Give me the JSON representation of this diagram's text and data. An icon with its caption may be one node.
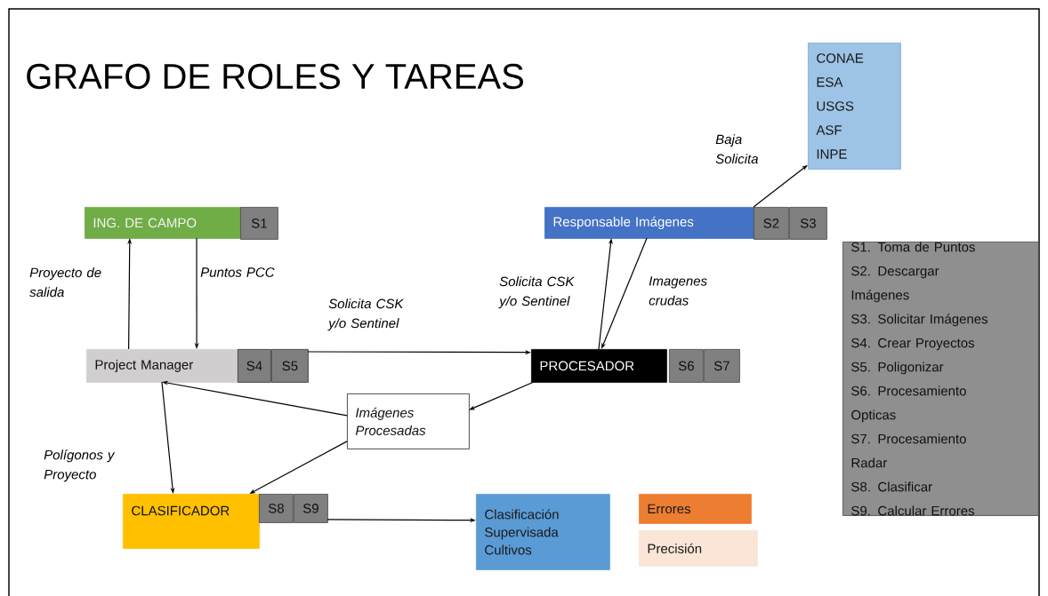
{
  "diagram": {
    "title": "GRAFO DE ROLES Y TAREAS",
    "nodes": [
      {
        "text": [
          "ING. DE CAMPO"
        ]
      },
      {
        "text": [
          "S1"
        ]
      },
      {
        "text": [
          "Responsable Imágenes"
        ]
      },
      {
        "text": [
          "S2"
        ]
      },
      {
        "text": [
          "S3"
        ]
      },
      {
        "text": [
          "CONAE",
          "ESA",
          "USGS",
          "ASF",
          "INPE"
        ]
      },
      {
        "text": [
          "Project Manager"
        ]
      },
      {
        "text": [
          "S4"
        ]
      },
      {
        "text": [
          "S5"
        ]
      },
      {
        "text": [
          "PROCESADOR"
        ]
      },
      {
        "text": [
          "S6"
        ]
      },
      {
        "text": [
          "S7"
        ]
      },
      {
        "text": [
          "Imágenes Procesadas"
        ]
      },
      {
        "text": [
          "CLASIFICADOR"
        ]
      },
      {
        "text": [
          "S8"
        ]
      },
      {
        "text": [
          "S9"
        ]
      },
      {
        "text": [
          "Clasificación Supervisada Cultivos"
        ]
      },
      {
        "text": [
          "Errores"
        ]
      },
      {
        "text": [
          "Precisión"
        ]
      },
      {
        "text": [
          "S1. Toma de Puntos",
          "S2. Descargar Imágenes",
          "S3. Solicitar Imágenes",
          "S4. Crear Proyectos",
          "S5. Poligonizar",
          "S6. Procesamiento Opticas",
          "S7. Procesamiento Radar",
          "S8. Clasificar",
          "S9. Calcular Errores"
        ]
      }
    ],
    "edges": [
      {
        "from": 6,
        "to": 0,
        "arrow": "to",
        "label": "Proyecto de salida"
      },
      {
        "from": 0,
        "to": 6,
        "arrow": "to",
        "label": "Puntos PCC"
      },
      {
        "from": 8,
        "to": 9,
        "arrow": "to",
        "label": "Solicita CSK y/o Sentinel"
      },
      {
        "from": 9,
        "to": 2,
        "arrow": "to",
        "label": "Solicita CSK y/o Sentinel"
      },
      {
        "from": 2,
        "to": 9,
        "arrow": "to",
        "label": "Imagenes crudas"
      },
      {
        "from": 2,
        "to": 5,
        "arrow": "to",
        "label": "Baja Solicita"
      },
      {
        "from": 9,
        "to": 12,
        "arrow": "to"
      },
      {
        "from": 12,
        "to": 6,
        "arrow": "to"
      },
      {
        "from": 6,
        "to": 13,
        "arrow": "to",
        "label": "Polígonos y Proyecto"
      },
      {
        "from": 12,
        "to": 13,
        "arrow": "to"
      },
      {
        "from": 15,
        "to": 16,
        "arrow": "to"
      }
    ]
  }
}
